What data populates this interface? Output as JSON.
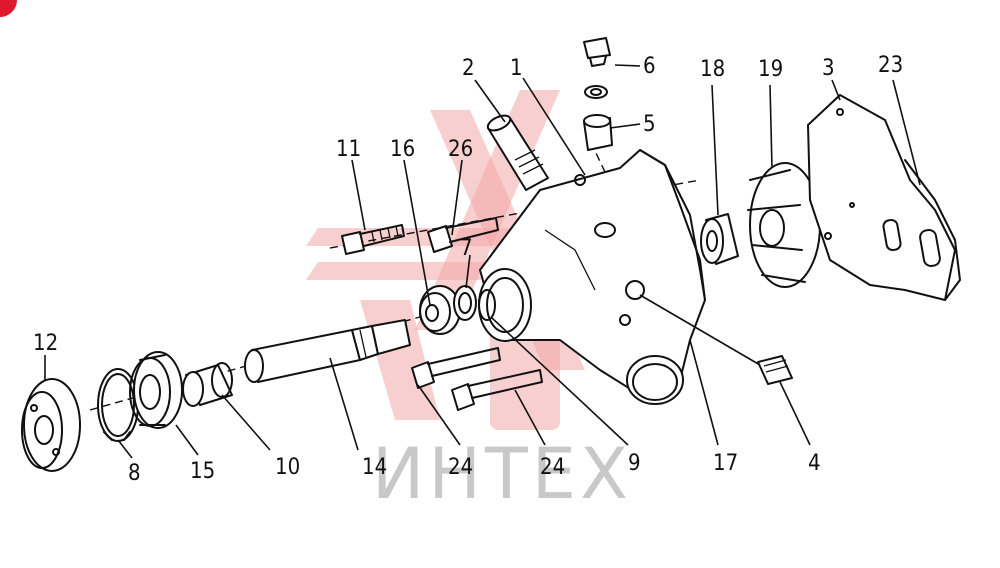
{
  "watermark": {
    "text": "ИНТЕХ",
    "color": "#f3a7a7"
  },
  "corner_badge_color": "#e0182f",
  "callouts": [
    "1",
    "2",
    "3",
    "4",
    "5",
    "6",
    "7",
    "8",
    "9",
    "10",
    "11",
    "12",
    "14",
    "15",
    "16",
    "17",
    "18",
    "19",
    "23",
    "24",
    "24",
    "26"
  ]
}
